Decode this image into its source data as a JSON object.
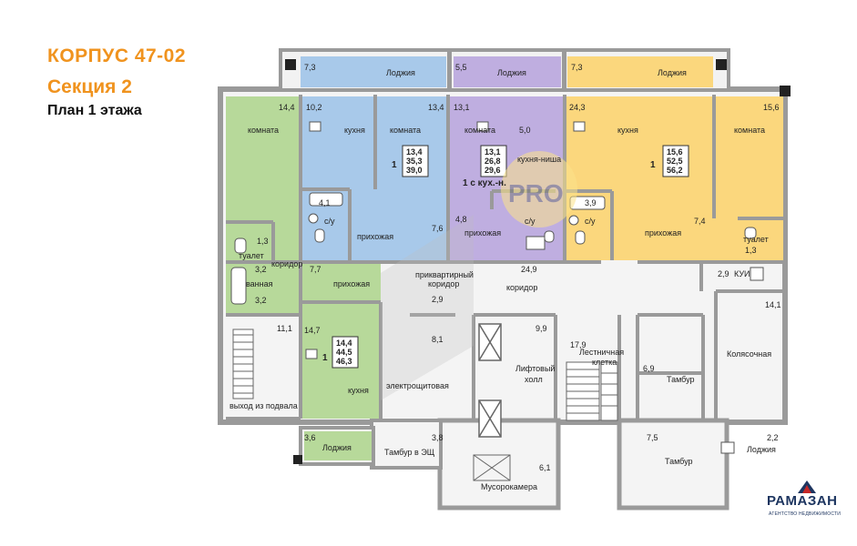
{
  "header": {
    "building": "КОРПУС  47-02",
    "section": "Секция 2",
    "plan": "План 1 этажа"
  },
  "colors": {
    "green": "#b7d99a",
    "blue": "#a8c9ea",
    "purple": "#bfaee0",
    "yellow": "#fbd77d",
    "wall": "#9a9a9a",
    "title_orange": "#f0931e",
    "brand_navy": "#1d3560"
  },
  "watermark": "PRO",
  "logo": {
    "name": "РАМАЗАН",
    "tagline": "АГЕНТСТВО НЕДВИЖИМОСТИ"
  },
  "loggias": [
    {
      "area": "7,3",
      "label": "Лоджия"
    },
    {
      "area": "5,5",
      "label": "Лоджия"
    },
    {
      "area": "7,3",
      "label": "Лоджия"
    },
    {
      "area": "3,6",
      "label": "Лоджия"
    },
    {
      "area": "2,2",
      "label": "Лоджия"
    }
  ],
  "apartments": [
    {
      "rooms": "1",
      "living": "13,4",
      "total": "35,3",
      "with_loggia": "39,0"
    },
    {
      "rooms": "1 с кух.-н.",
      "living": "13,1",
      "total": "26,8",
      "with_loggia": "29,6"
    },
    {
      "rooms": "1",
      "living": "15,6",
      "total": "52,5",
      "with_loggia": "56,2"
    },
    {
      "rooms": "1",
      "living": "14,4",
      "total": "44,5",
      "with_loggia": "46,3"
    }
  ],
  "labels": {
    "komnata": "комната",
    "kukhnya": "кухня",
    "kukhnya_nisha": "кухня-ниша",
    "sanuzel": "с/у",
    "prikhozhaya": "прихожая",
    "tualet": "туалет",
    "vannaya": "ванная",
    "koridor": "коридор",
    "priquart_1": "приквартирный",
    "priquart_2": "коридор",
    "elektro": "электрощитовая",
    "lift_1": "Лифтовый",
    "lift_2": "холл",
    "stair_1": "Лестничная",
    "stair_2": "клетка",
    "tambur": "Тамбур",
    "tambur_ezsh": "Тамбур в ЭЩ",
    "musor": "Мусорокамера",
    "kolyas": "Колясочная",
    "kui": "КУИ",
    "vykhod": "выход из подвала"
  },
  "areas": {
    "a14_4": "14,4",
    "a10_2": "10,2",
    "a13_4": "13,4",
    "a13_1": "13,1",
    "a5_0": "5,0",
    "a24_3": "24,3",
    "a15_6": "15,6",
    "a4_1": "4,1",
    "a4_8": "4,8",
    "a7_6": "7,6",
    "a3_9": "3,9",
    "a7_4": "7,4",
    "a1_3a": "1,3",
    "a1_3b": "1,3",
    "a3_2a": "3,2",
    "a3_2b": "3,2",
    "a7_7": "7,7",
    "a24_9": "24,9",
    "a2_9a": "2,9",
    "a2_9b": "2,9",
    "a14_1": "14,1",
    "a11_1": "11,1",
    "a14_7": "14,7",
    "a8_1": "8,1",
    "a9_9": "9,9",
    "a17_9": "17,9",
    "a6_9": "6,9",
    "a3_8": "3,8",
    "a7_5": "7,5",
    "a6_1": "6,1"
  }
}
